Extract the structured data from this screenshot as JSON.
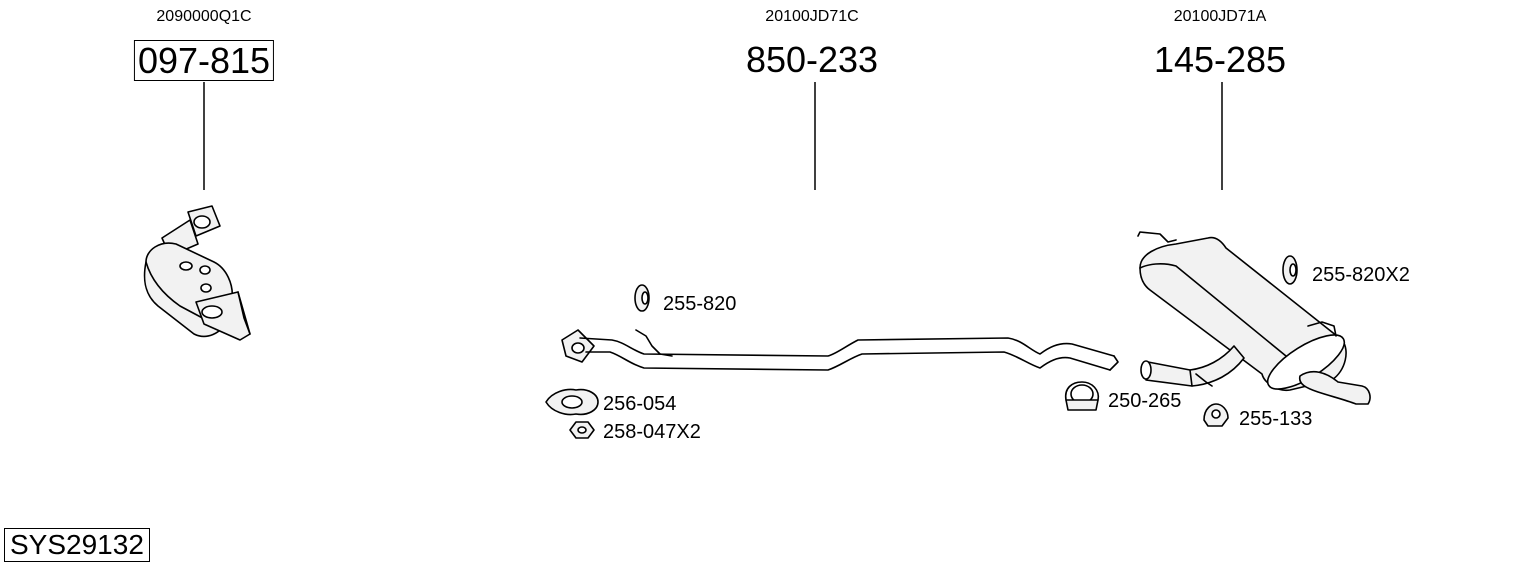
{
  "parts": [
    {
      "oem": "2090000Q1C",
      "number": "097-815",
      "name": "catalytic-converter"
    },
    {
      "oem": "20100JD71C",
      "number": "850-233",
      "name": "middle-pipe"
    },
    {
      "oem": "20100JD71A",
      "number": "145-285",
      "name": "rear-silencer"
    }
  ],
  "accessories": {
    "rubber_mount_front": "255-820",
    "gasket": "256-054",
    "nut": "258-047X2",
    "clamp": "250-265",
    "rubber_mount_rear": "255-820X2",
    "rubber_hanger": "255-133"
  },
  "system_code": "SYS29132"
}
